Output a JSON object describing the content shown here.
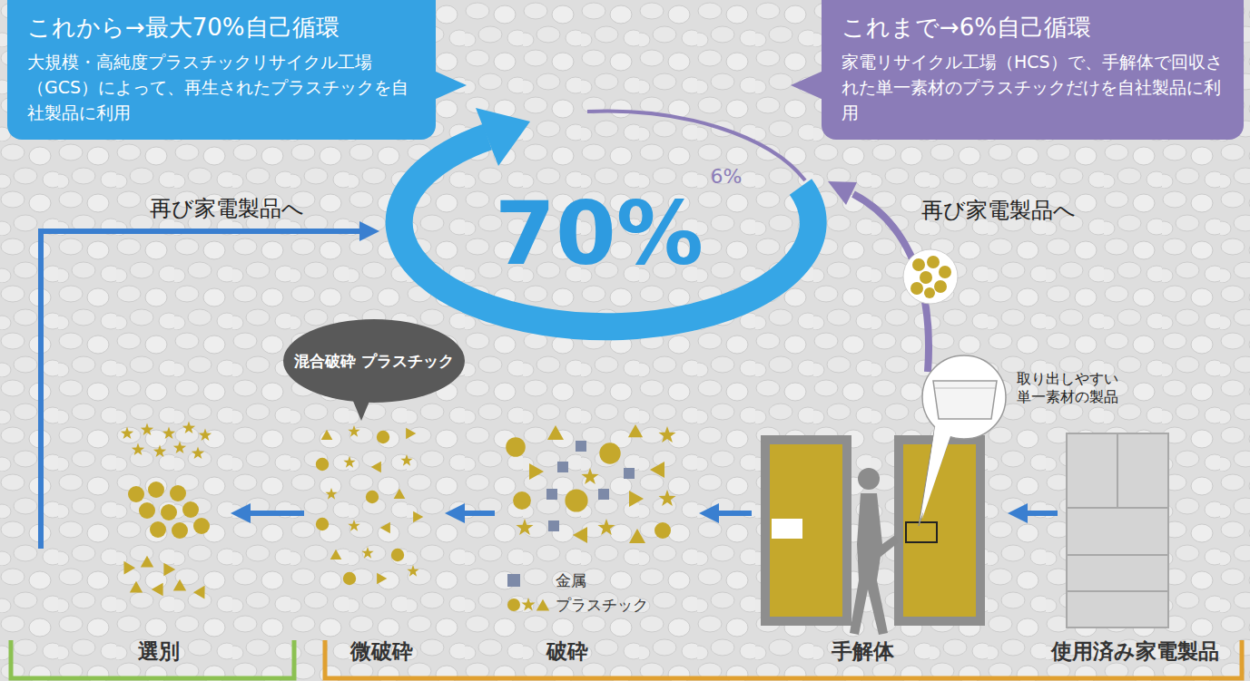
{
  "diagram": {
    "nodes": [
      {
        "text": [
          "これから→最大70%自己循環",
          "大規模・高純度プラスチックリサイクル工場（GCS）によって、再生されたプラスチックを自社製品に利用"
        ]
      },
      {
        "text": [
          "これまで→6%自己循環",
          "家電リサイクル工場（HCS）で、手解体で回収された単一素材のプラスチックだけを自社製品に利用"
        ]
      },
      {
        "text": [
          "混合破砕 プラスチック"
        ]
      }
    ],
    "labels": [
      "6%",
      "70%",
      "再び家電製品へ",
      "再び家電製品へ",
      "取り出しやすい 単一素材の製品",
      "選別",
      "微破砕",
      "破砕",
      "手解体",
      "使用済み家電製品"
    ],
    "legend": [
      {
        "text": "金属",
        "color": "#7d8aa8"
      },
      {
        "text": "プラスチック"
      }
    ]
  }
}
